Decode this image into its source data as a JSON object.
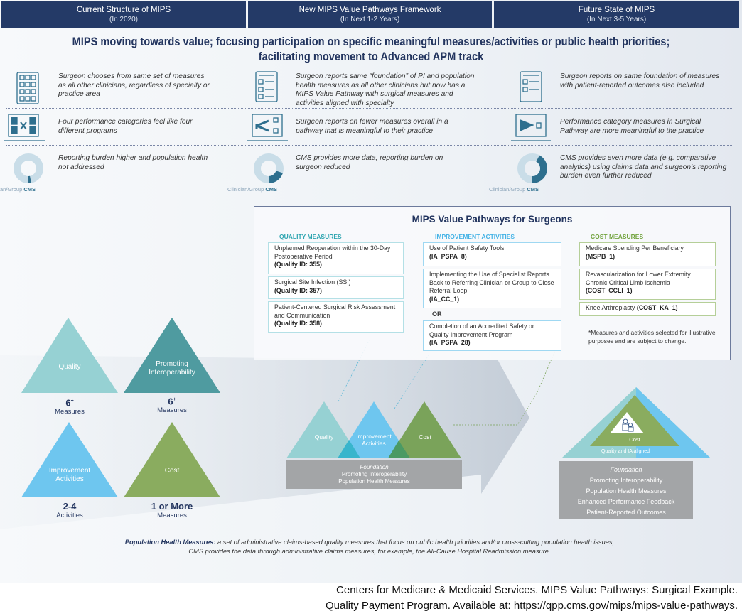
{
  "columns": [
    {
      "title": "Current Structure of MIPS",
      "subtitle": "(In 2020)"
    },
    {
      "title": "New MIPS Value Pathways Framework",
      "subtitle": "(In Next 1-2 Years)"
    },
    {
      "title": "Future State of MIPS",
      "subtitle": "(In Next 3-5 Years)"
    }
  ],
  "headline": {
    "line1": "MIPS moving towards value; focusing participation on specific meaningful measures/activities or public health priorities;",
    "line2": "facilitating movement to Advanced APM track"
  },
  "rows": [
    {
      "icons": [
        "measure-grid-icon",
        "survey-checklist-icon",
        "survey-checklist-icon"
      ],
      "texts": [
        "Surgeon chooses from same set of measures as all other clinicians, regardless of specialty or practice area",
        "Surgeon reports same “foundation” of PI and population health measures as all other clinicians but now has a MIPS Value Pathway with surgical measures and activities aligned with specialty",
        "Surgeon reports on same foundation of measures with patient-reported outcomes also included"
      ]
    },
    {
      "icons": [
        "four-programs-laptop-icon",
        "pathway-laptop-icon",
        "arrow-laptop-icon"
      ],
      "texts": [
        "Four performance categories feel like four different programs",
        "Surgeon reports on fewer measures overall in a pathway that is meaningful to their practice",
        "Performance category measures in Surgical Pathway are more meaningful to the practice"
      ]
    },
    {
      "icons": [
        "donut-chart-icon",
        "donut-chart-icon",
        "donut-chart-icon"
      ],
      "texts": [
        "Reporting burden higher and population health not addressed",
        "CMS provides more data; reporting burden on surgeon reduced",
        "CMS provides even more data (e.g. comparative analytics) using claims data and surgeon’s reporting burden even further reduced"
      ],
      "donut_labels": [
        [
          "an/Group",
          "CMS"
        ],
        [
          "Clinician/Group",
          "CMS"
        ],
        [
          "Clinician/Group",
          "CMS"
        ]
      ],
      "cms_share": [
        0.03,
        0.2,
        0.42
      ]
    }
  ],
  "colors": {
    "header": "#243a67",
    "quality": "#96d1d3",
    "pi": "#4f9ba0",
    "ia": "#6ec6ef",
    "cost": "#8aac5f",
    "donut_light": "#c9dde8",
    "donut_dark": "#2e6f8e"
  },
  "current": {
    "quality": {
      "label": "Quality",
      "count": "6",
      "sup": "+",
      "unit": "Measures"
    },
    "pi": {
      "label1": "Promoting",
      "label2": "Interoperability",
      "count": "6",
      "sup": "+",
      "unit": "Measures"
    },
    "ia": {
      "label1": "Improvement",
      "label2": "Activities",
      "count": "2-4",
      "unit": "Activities"
    },
    "cost": {
      "label": "Cost",
      "count": "1 or More",
      "unit": "Measures"
    }
  },
  "mvp": {
    "title": "MIPS Value Pathways for Surgeons",
    "quality_header": "QUALITY MEASURES",
    "ia_header": "IMPROVEMENT ACTIVITIES",
    "cost_header": "COST MEASURES",
    "quality": [
      {
        "text": "Unplanned Reoperation within the 30-Day Postoperative Period",
        "id": "(Quality ID: 355)"
      },
      {
        "text": "Surgical Site Infection (SSI)",
        "id": "(Quality ID: 357)"
      },
      {
        "text": "Patient-Centered Surgical Risk Assessment and Communication",
        "id": "(Quality ID: 358)"
      }
    ],
    "ia": [
      {
        "text": "Use of Patient Safety Tools",
        "id": "(IA_PSPA_8)"
      },
      {
        "text": "Implementing the Use of Specialist Reports Back to Referring Clinician or Group to Close Referral Loop",
        "id": "(IA_CC_1)"
      },
      {
        "text": "Completion of an Accredited Safety or Quality Improvement Program",
        "id": "(IA_PSPA_28)"
      }
    ],
    "or": "OR",
    "cost": [
      {
        "text": "Medicare Spending Per Beneficiary",
        "id": "(MSPB_1)"
      },
      {
        "text": "Revascularization for Lower Extremity Chronic Critical Limb Ischemia",
        "id": "(COST_CCLI_1)"
      },
      {
        "text": "Knee Arthroplasty ",
        "id": "(COST_KA_1)"
      }
    ],
    "note": "*Measures and activities selected for illustrative purposes and are subject to change."
  },
  "new_framework": {
    "quality": "Quality",
    "ia1": "Improvement",
    "ia2": "Activities",
    "cost": "Cost",
    "foundation": "Foundation",
    "items": [
      "Promoting Interoperability",
      "Population Health Measures"
    ]
  },
  "future": {
    "cost": "Cost",
    "aligned": "Quality and IA aligned",
    "foundation": "Foundation",
    "items": [
      "Promoting Interoperability",
      "Population Health Measures",
      "Enhanced Performance Feedback",
      "Patient-Reported Outcomes"
    ]
  },
  "footnote": {
    "term": "Population Health Measures:",
    "line1": " a set of administrative claims-based quality measures that focus on public health priorities and/or cross-cutting population health issues;",
    "line2": "CMS provides the data through administrative claims measures, for example, the All-Cause Hospital Readmission measure."
  },
  "citation": {
    "line1": "Centers for Medicare & Medicaid Services. MIPS Value Pathways: Surgical Example.",
    "line2": "Quality Payment Program. Available at: https://qpp.cms.gov/mips/mips-value-pathways."
  }
}
